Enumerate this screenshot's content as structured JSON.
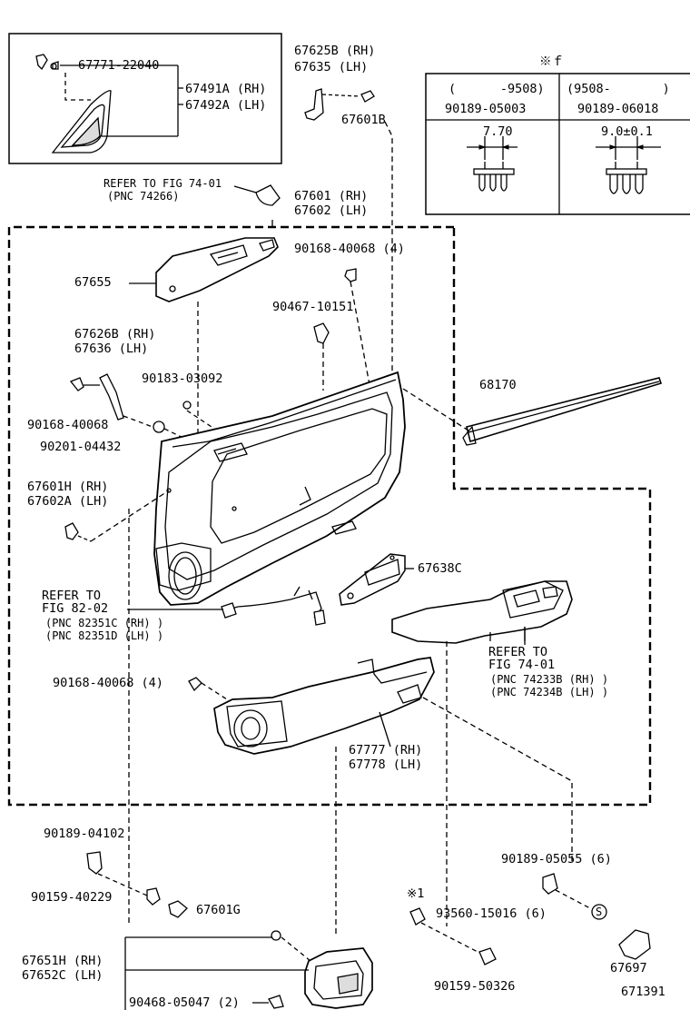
{
  "labels": {
    "l67771": "67771-22040",
    "l67491": "67491A (RH)",
    "l67492": "67492A (LH)",
    "l67625": "67625B (RH)",
    "l67635": "67635 (LH)",
    "l67601b": "67601B",
    "refer_fig_74_01_a": "REFER TO FIG 74-01",
    "pnc_74266": "(PNC 74266)",
    "l67601_rh": "67601 (RH)",
    "l67602_lh": "67602 (LH)",
    "l67655": "67655",
    "l90168_a": "90168-40068 (4)",
    "l90467": "90467-10151",
    "l67626": "67626B (RH)",
    "l67636": "67636 (LH)",
    "l90183": "90183-03092",
    "l90168_b": "90168-40068",
    "l90201": "90201-04432",
    "l68170": "68170",
    "l67601h": "67601H (RH)",
    "l67602a": "67602A (LH)",
    "l67638c": "67638C",
    "refer_to_b": "REFER TO",
    "fig_82_02": "FIG 82-02",
    "pnc_82351c": "(PNC 82351C (RH) )",
    "pnc_82351d": "(PNC 82351D (LH) )",
    "refer_to_c": "REFER TO",
    "fig_74_01_c": "FIG 74-01",
    "pnc_74233b": "(PNC 74233B (RH) )",
    "pnc_74234b": "(PNC 74234B (LH) )",
    "l90168_c": "90168-40068 (4)",
    "l67777": "67777 (RH)",
    "l67778": "67778 (LH)",
    "l90189_04102": "90189-04102",
    "l90159_40229": "90159-40229",
    "l67601g": "67601G",
    "l90189_05055": "90189-05055 (6)",
    "star1": "※1",
    "l93560": "93560-15016 (6)",
    "s_mark": "S",
    "l67651h": "67651H (RH)",
    "l67652c": "67652C (LH)",
    "l90468": "90468-05047 (2)",
    "l90159_50326": "90159-50326",
    "l67697": "67697",
    "fig_code": "671391"
  },
  "table": {
    "title": "※ｆ",
    "col1_range": "(      -9508)",
    "col2_range": "(9508-       )",
    "col1_part": "90189-05003",
    "col2_part": "90189-06018",
    "col1_dim": "7.70",
    "col2_dim": "9.0±0.1"
  }
}
